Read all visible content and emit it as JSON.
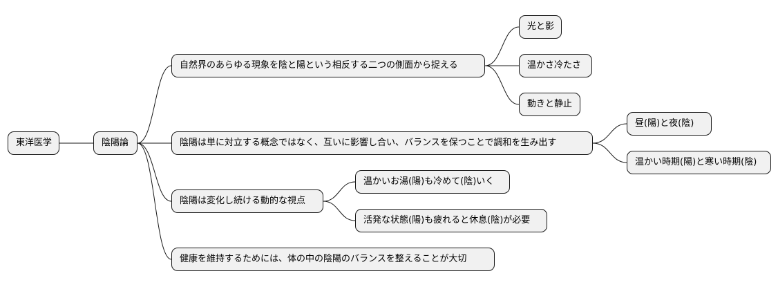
{
  "root": {
    "label": "東洋医学"
  },
  "topic": {
    "label": "陰陽論"
  },
  "branches": [
    {
      "label": "自然界のあらゆる現象を陰と陽という相反する二つの側面から捉える",
      "children": [
        "光と影",
        "温かさ冷たさ",
        "動きと静止"
      ]
    },
    {
      "label": "陰陽は単に対立する概念ではなく、互いに影響し合い、バランスを保つことで調和を生み出す",
      "children": [
        "昼(陽)と夜(陰)",
        "温かい時期(陽)と寒い時期(陰)"
      ]
    },
    {
      "label": "陰陽は変化し続ける動的な視点",
      "children": [
        "温かいお湯(陽)も冷めて(陰)いく",
        "活発な状態(陽)も疲れると休息(陰)が必要"
      ]
    },
    {
      "label": "健康を維持するためには、体の中の陰陽のバランスを整えることが大切",
      "children": []
    }
  ]
}
